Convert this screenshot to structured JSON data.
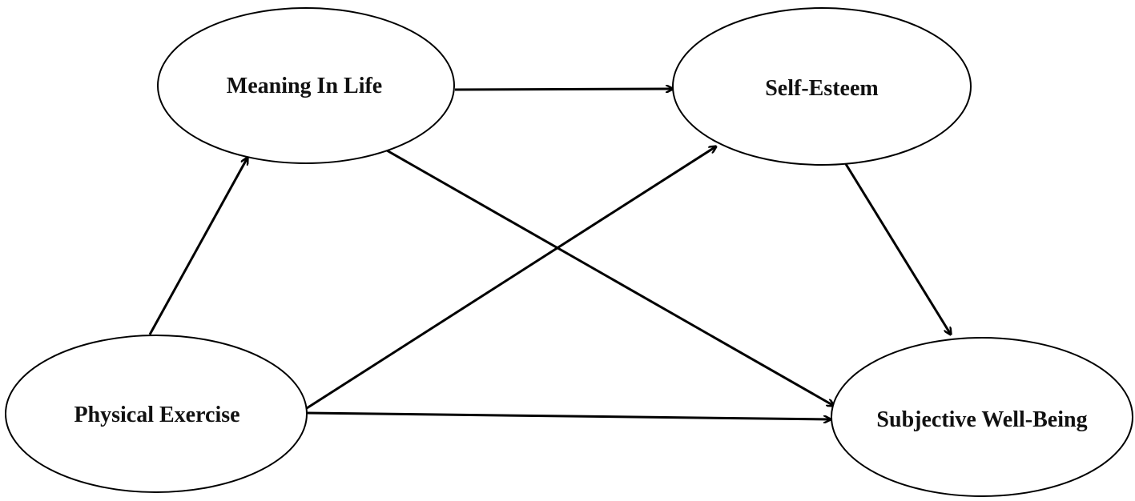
{
  "nodes": {
    "meaning_in_life": {
      "label": "Meaning In Life"
    },
    "self_esteem": {
      "label": "Self-Esteem"
    },
    "physical_exercise": {
      "label": "Physical Exercise"
    },
    "subjective_well_being": {
      "label": "Subjective Well-Being"
    }
  },
  "edges": [
    {
      "from": "physical_exercise",
      "to": "meaning_in_life"
    },
    {
      "from": "meaning_in_life",
      "to": "self_esteem"
    },
    {
      "from": "meaning_in_life",
      "to": "subjective_well_being"
    },
    {
      "from": "physical_exercise",
      "to": "self_esteem"
    },
    {
      "from": "physical_exercise",
      "to": "subjective_well_being"
    },
    {
      "from": "self_esteem",
      "to": "subjective_well_being"
    }
  ],
  "colors": {
    "line": "#000000",
    "background": "#ffffff"
  }
}
